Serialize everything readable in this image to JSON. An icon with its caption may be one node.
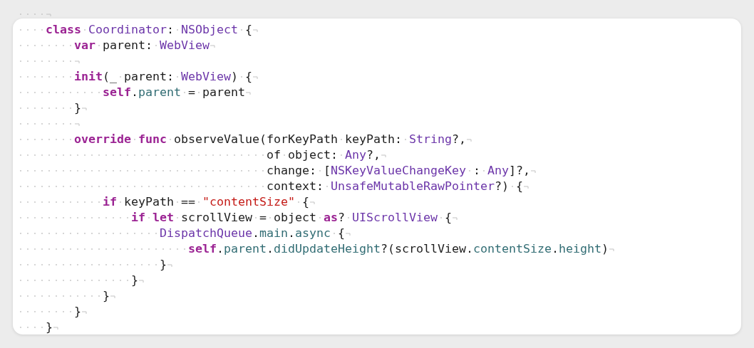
{
  "diagram": {
    "labels": [
      "**class** Coordinator: NSObject {",
      "**var** parent: WebView",
      "**init**(_ parent: WebView) {",
      "**self**.parent = parent",
      "}",
      "**override** **func** observeValue(forKeyPath keyPath: String?,",
      "of object: Any?,",
      "change: [NSKeyValueChangeKey : Any]?,",
      "context: UnsafeMutableRawPointer?) {",
      "**if** keyPath == \"contentSize\" {",
      "**if** **let** scrollView = object **as**? UIScrollView {",
      "DispatchQueue.main.async {",
      "**self**.parent.didUpdateHeight?(scrollView.contentSize.height)",
      "}",
      "}",
      "}",
      "}",
      "}"
    ]
  }
}
